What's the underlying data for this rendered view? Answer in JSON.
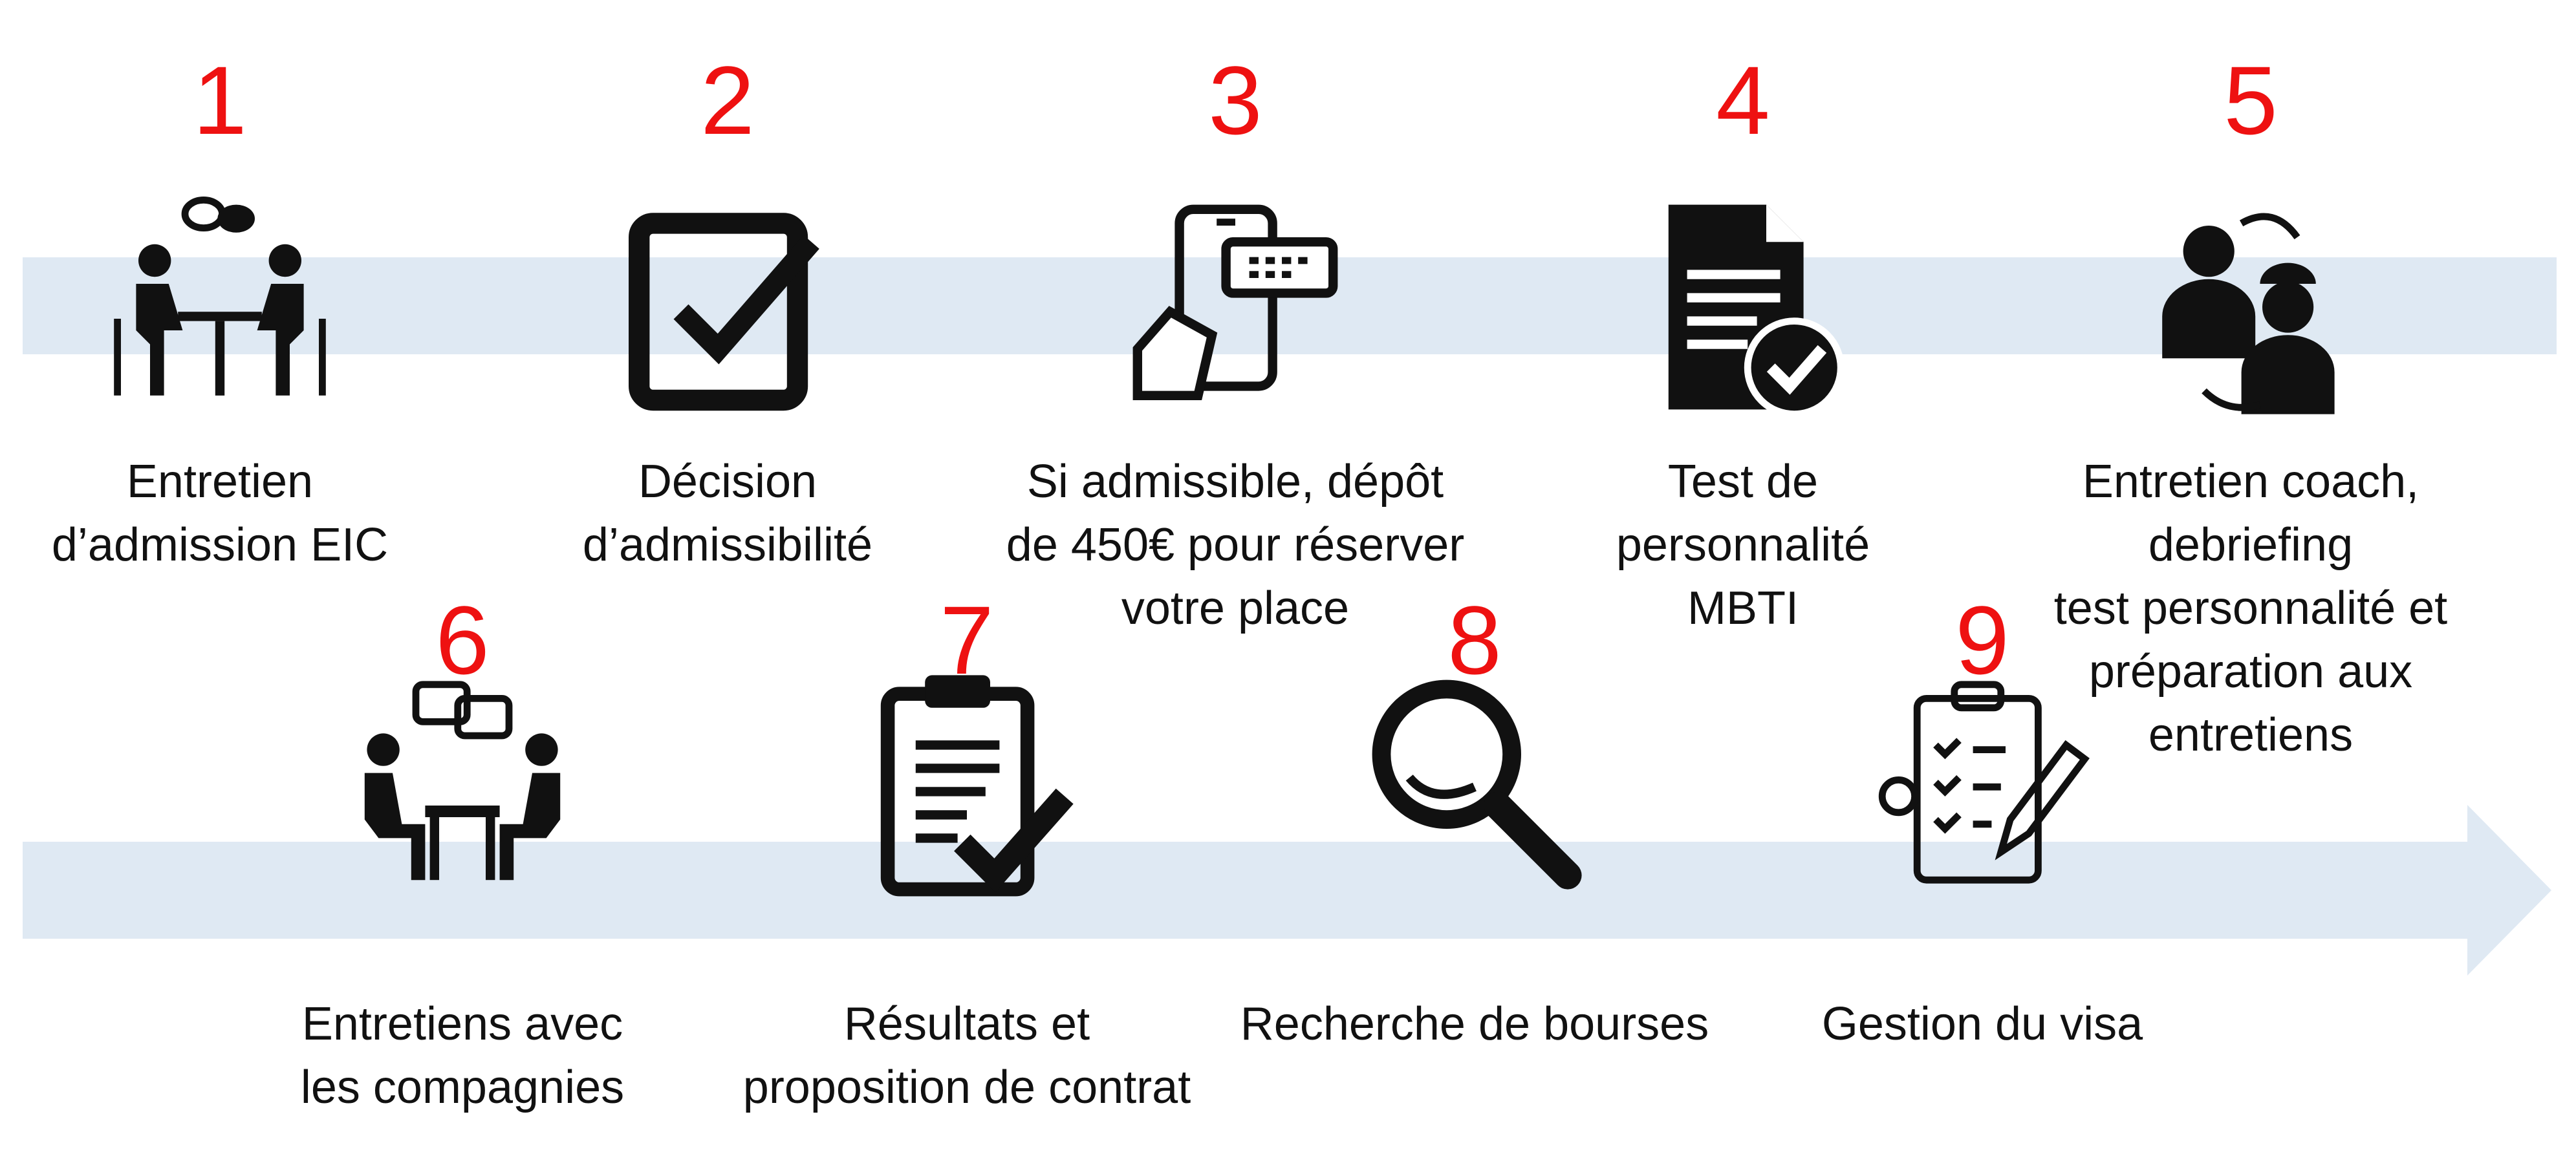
{
  "colors": {
    "number": "#ee1111",
    "band": "#dfe9f3",
    "text": "#111111",
    "icon": "#111111"
  },
  "steps": [
    {
      "number": "1",
      "label": "Entretien\nd’admission EIC",
      "icon": "meeting-table-icon"
    },
    {
      "number": "2",
      "label": "Décision\nd’admissibilité",
      "icon": "checkbox-icon"
    },
    {
      "number": "3",
      "label": "Si admissible, dépôt\nde 450€ pour réserver\nvotre place",
      "icon": "phone-ticket-icon"
    },
    {
      "number": "4",
      "label": "Test de\npersonnalité\nMBTI",
      "icon": "document-check-icon"
    },
    {
      "number": "5",
      "label": "Entretien coach, debriefing\ntest personnalité et\npréparation aux entretiens",
      "icon": "coach-exchange-icon"
    },
    {
      "number": "6",
      "label": "Entretiens avec\nles compagnies",
      "icon": "interview-chat-icon"
    },
    {
      "number": "7",
      "label": "Résultats et\nproposition de contrat",
      "icon": "clipboard-check-icon"
    },
    {
      "number": "8",
      "label": "Recherche de bourses",
      "icon": "magnifier-icon"
    },
    {
      "number": "9",
      "label": "Gestion du visa",
      "icon": "checklist-pencil-icon"
    }
  ]
}
